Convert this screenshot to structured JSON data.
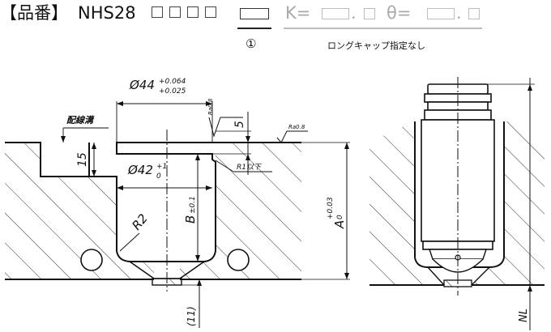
{
  "header": {
    "bracket_label": "【品番】",
    "part_prefix": "NHS28",
    "k_label": "K=",
    "theta_label": "θ=",
    "dot": ".",
    "circled_one": "①",
    "cap_note": "ロングキャップ指定なし"
  },
  "drawing": {
    "dia_44": "Ø44",
    "dia_44_tol_upper": "+0.064",
    "dia_44_tol_lower": "+0.025",
    "dia_42": "Ø42",
    "dia_42_tol_upper": "+1",
    "dia_42_tol_lower": "0",
    "wiring_groove": "配線溝",
    "depth_15": "15",
    "dim_5": "5",
    "ra_1": "Ra0.8",
    "ra_2": "Ra0.8",
    "r1_max": "R1以下",
    "radius_r2": "R2",
    "dim_b": "B",
    "dim_b_tol": "±0.1",
    "dim_a": "A",
    "dim_a_tol_upper": "+0.03",
    "dim_a_tol_lower": "0",
    "dim_11": "(11)",
    "dim_nl": "NL"
  },
  "colors": {
    "line": "#111111",
    "hatch": "#333333",
    "grey_text": "#a9a9a9"
  }
}
